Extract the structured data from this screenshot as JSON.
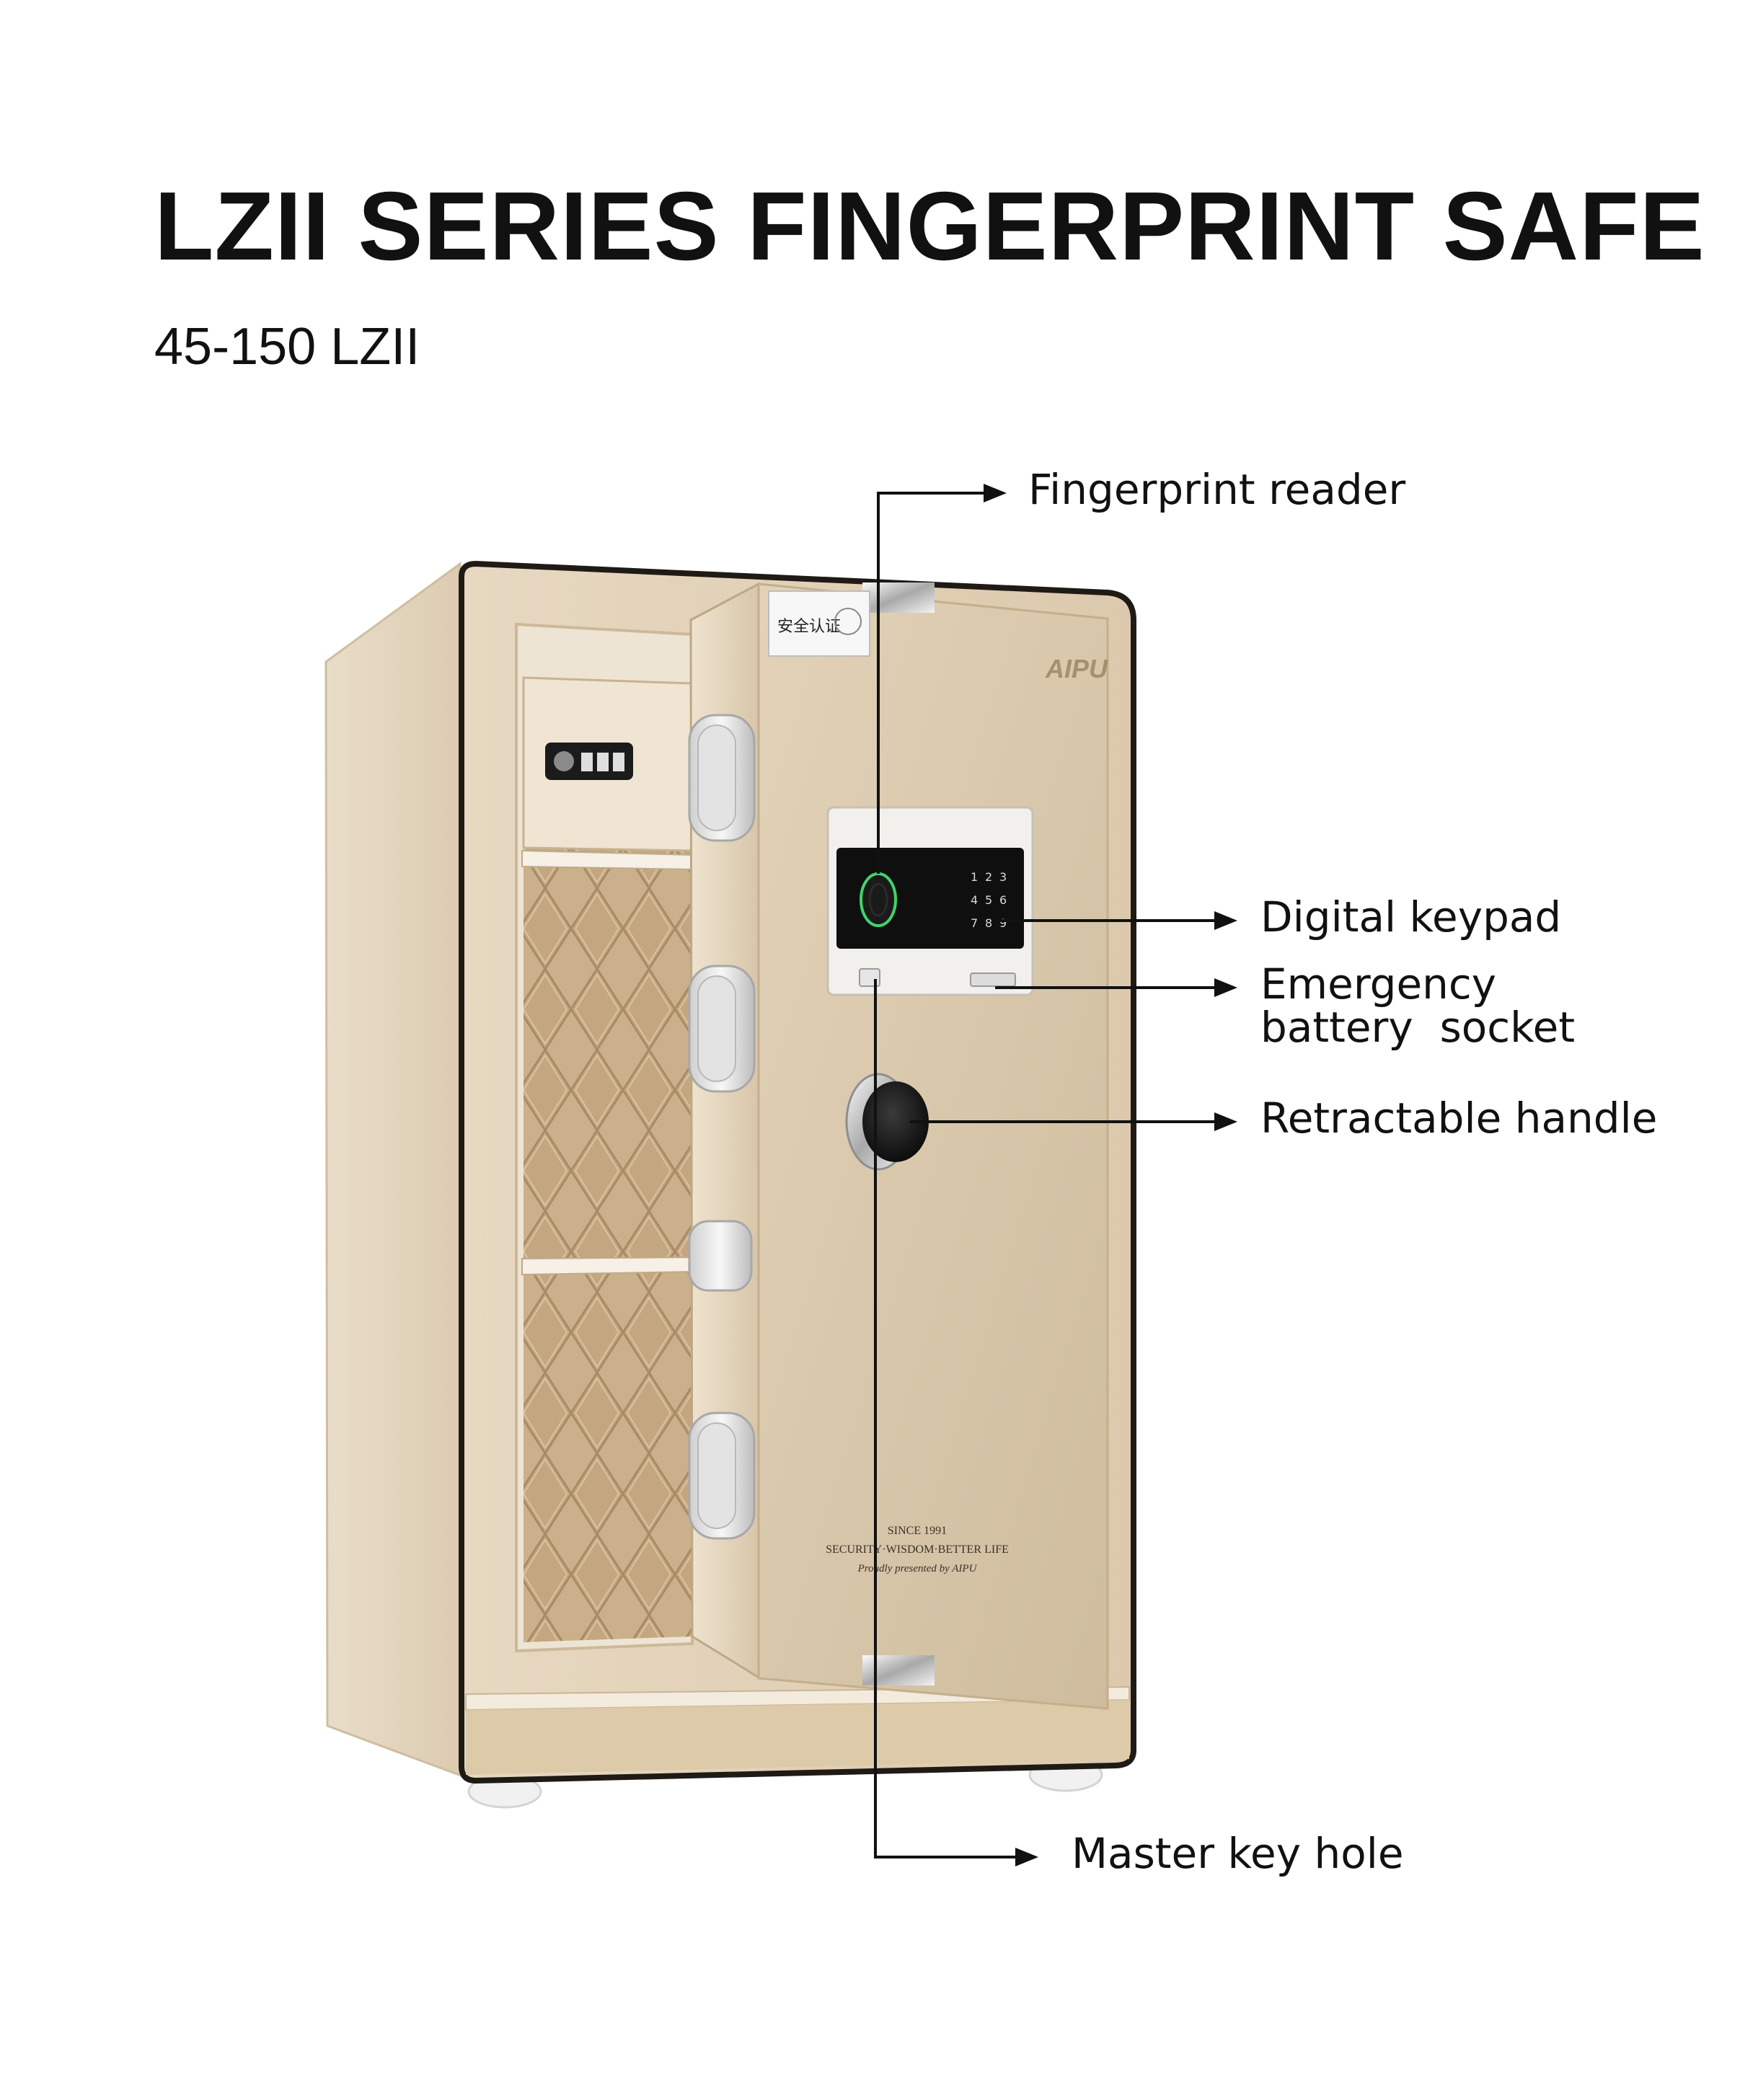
{
  "header": {
    "title": "LZII SERIES FINGERPRINT SAFE",
    "model": "45-150 LZII"
  },
  "callouts": {
    "fingerprint_reader": "Fingerprint reader",
    "digital_keypad": "Digital keypad",
    "emergency_battery_line1": "Emergency",
    "emergency_battery_line2": "battery  socket",
    "retractable_handle": "Retractable handle",
    "master_key_hole": "Master key hole"
  },
  "safe": {
    "brand_logo": "AIPU",
    "cert_badge": "安全认证",
    "keypad_keys": [
      "1",
      "2",
      "3",
      "4",
      "5",
      "6",
      "7",
      "8",
      "9"
    ],
    "door_tagline": {
      "line1": "SINCE 1991",
      "line2": "SECURITY·WISDOM·BETTER LIFE",
      "line3": "Proudly presented by AIPU"
    }
  },
  "colors": {
    "body": "#e6d6bf",
    "door": "#d9c8ad",
    "interior_quilt": "#c9ae88",
    "trim_dark": "#1f1a15"
  }
}
